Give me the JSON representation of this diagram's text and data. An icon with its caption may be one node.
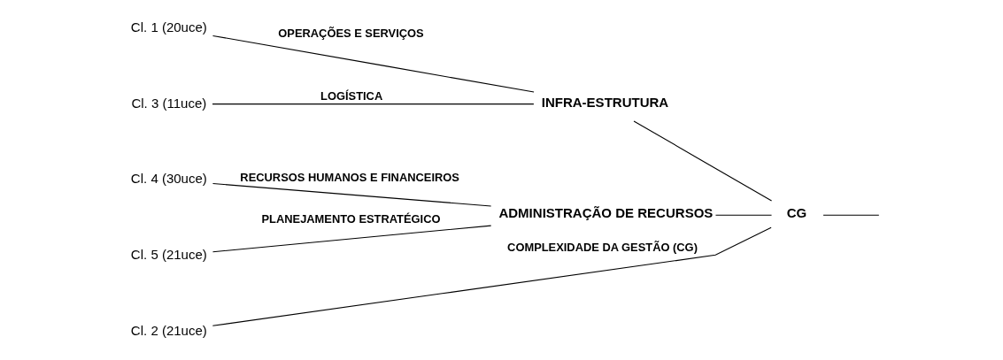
{
  "diagram": {
    "nodes": [
      {
        "text": [
          "Cl. 1 (20uce)"
        ]
      },
      {
        "text": [
          "Cl. 3 (11uce)"
        ]
      },
      {
        "text": [
          "Cl. 4 (30uce)"
        ]
      },
      {
        "text": [
          "Cl. 5 (21uce)"
        ]
      },
      {
        "text": [
          "Cl. 2 (21uce)"
        ]
      },
      {
        "text": [
          "INFRA-ESTRUTURA"
        ]
      },
      {
        "text": [
          "ADMINISTRAÇÃO DE RECURSOS"
        ]
      },
      {
        "text": [
          "CG"
        ]
      }
    ],
    "edges": [
      {
        "from": 0,
        "to": 5,
        "arrow": "none",
        "label": "OPERAÇÕES E SERVIÇOS"
      },
      {
        "from": 1,
        "to": 5,
        "arrow": "none",
        "label": "LOGÍSTICA"
      },
      {
        "from": 2,
        "to": 6,
        "arrow": "none",
        "label": "RECURSOS HUMANOS E FINANCEIROS"
      },
      {
        "from": 3,
        "to": 6,
        "arrow": "none",
        "label": "PLANEJAMENTO ESTRATÉGICO"
      },
      {
        "from": 5,
        "to": 7,
        "arrow": "none"
      },
      {
        "from": 6,
        "to": 7,
        "arrow": "none"
      },
      {
        "from": 4,
        "to": 7,
        "arrow": "none",
        "label": "COMPLEXIDADE DA GESTÃO (CG)"
      },
      {
        "from": 7,
        "to": null,
        "arrow": "none"
      }
    ]
  }
}
